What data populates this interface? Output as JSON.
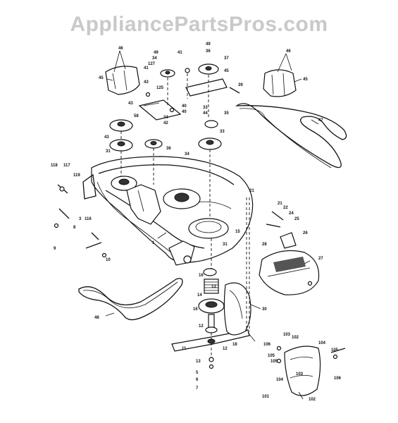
{
  "watermark": "AppliancePartsPros.com",
  "labels": [
    {
      "text": "46"
    },
    {
      "text": "45"
    },
    {
      "text": "49"
    },
    {
      "text": "34"
    },
    {
      "text": "127"
    },
    {
      "text": "43"
    },
    {
      "text": "41"
    },
    {
      "text": "41"
    },
    {
      "text": "49"
    },
    {
      "text": "36"
    },
    {
      "text": "37"
    },
    {
      "text": "45"
    },
    {
      "text": "46"
    },
    {
      "text": "45"
    },
    {
      "text": "39"
    },
    {
      "text": "125"
    },
    {
      "text": "43"
    },
    {
      "text": "58"
    },
    {
      "text": "40"
    },
    {
      "text": "40"
    },
    {
      "text": "33"
    },
    {
      "text": "44"
    },
    {
      "text": "35"
    },
    {
      "text": "34"
    },
    {
      "text": "42"
    },
    {
      "text": "43"
    },
    {
      "text": "33"
    },
    {
      "text": "47"
    },
    {
      "text": "31"
    },
    {
      "text": "36"
    },
    {
      "text": "34"
    },
    {
      "text": "118"
    },
    {
      "text": "117"
    },
    {
      "text": "119"
    },
    {
      "text": "21"
    },
    {
      "text": "21"
    },
    {
      "text": "22"
    },
    {
      "text": "24"
    },
    {
      "text": "25"
    },
    {
      "text": "26"
    },
    {
      "text": "116"
    },
    {
      "text": "8"
    },
    {
      "text": "3"
    },
    {
      "text": "1"
    },
    {
      "text": "15"
    },
    {
      "text": "28"
    },
    {
      "text": "27"
    },
    {
      "text": "9"
    },
    {
      "text": "10"
    },
    {
      "text": "31"
    },
    {
      "text": "16"
    },
    {
      "text": "13"
    },
    {
      "text": "14"
    },
    {
      "text": "16"
    },
    {
      "text": "30"
    },
    {
      "text": "48"
    },
    {
      "text": "12"
    },
    {
      "text": "18"
    },
    {
      "text": "103"
    },
    {
      "text": "102"
    },
    {
      "text": "105"
    },
    {
      "text": "104"
    },
    {
      "text": "105"
    },
    {
      "text": "11"
    },
    {
      "text": "12"
    },
    {
      "text": "13"
    },
    {
      "text": "106"
    },
    {
      "text": "105"
    },
    {
      "text": "104"
    },
    {
      "text": "103"
    },
    {
      "text": "106"
    },
    {
      "text": "101"
    },
    {
      "text": "102"
    },
    {
      "text": "5"
    },
    {
      "text": "6"
    },
    {
      "text": "7"
    }
  ]
}
